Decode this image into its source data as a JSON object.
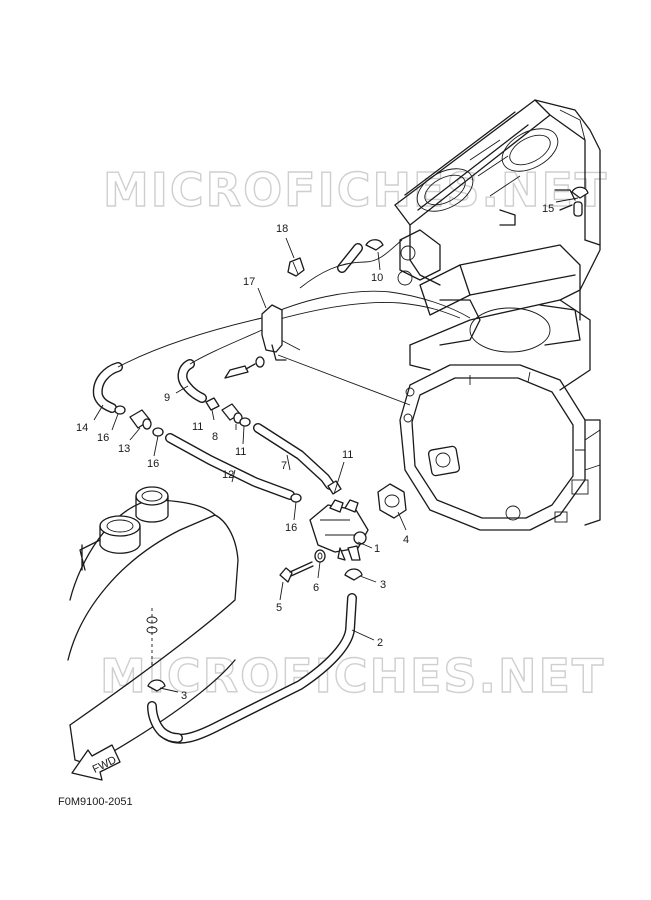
{
  "watermark": "MICROFICHES.NET",
  "fwd_label": "FWD",
  "figure_code": "F0M9100-2051",
  "callouts": [
    {
      "id": "c1",
      "label": "1"
    },
    {
      "id": "c2",
      "label": "2"
    },
    {
      "id": "c3a",
      "label": "3"
    },
    {
      "id": "c3b",
      "label": "3"
    },
    {
      "id": "c4",
      "label": "4"
    },
    {
      "id": "c5",
      "label": "5"
    },
    {
      "id": "c6",
      "label": "6"
    },
    {
      "id": "c7",
      "label": "7"
    },
    {
      "id": "c8",
      "label": "8"
    },
    {
      "id": "c9",
      "label": "9"
    },
    {
      "id": "c10",
      "label": "10"
    },
    {
      "id": "c11a",
      "label": "11"
    },
    {
      "id": "c11b",
      "label": "11"
    },
    {
      "id": "c11c",
      "label": "11"
    },
    {
      "id": "c12",
      "label": "12"
    },
    {
      "id": "c13",
      "label": "13"
    },
    {
      "id": "c14",
      "label": "14"
    },
    {
      "id": "c15",
      "label": "15"
    },
    {
      "id": "c16a",
      "label": "16"
    },
    {
      "id": "c16b",
      "label": "16"
    },
    {
      "id": "c16c",
      "label": "16"
    },
    {
      "id": "c17",
      "label": "17"
    },
    {
      "id": "c18",
      "label": "18"
    }
  ]
}
